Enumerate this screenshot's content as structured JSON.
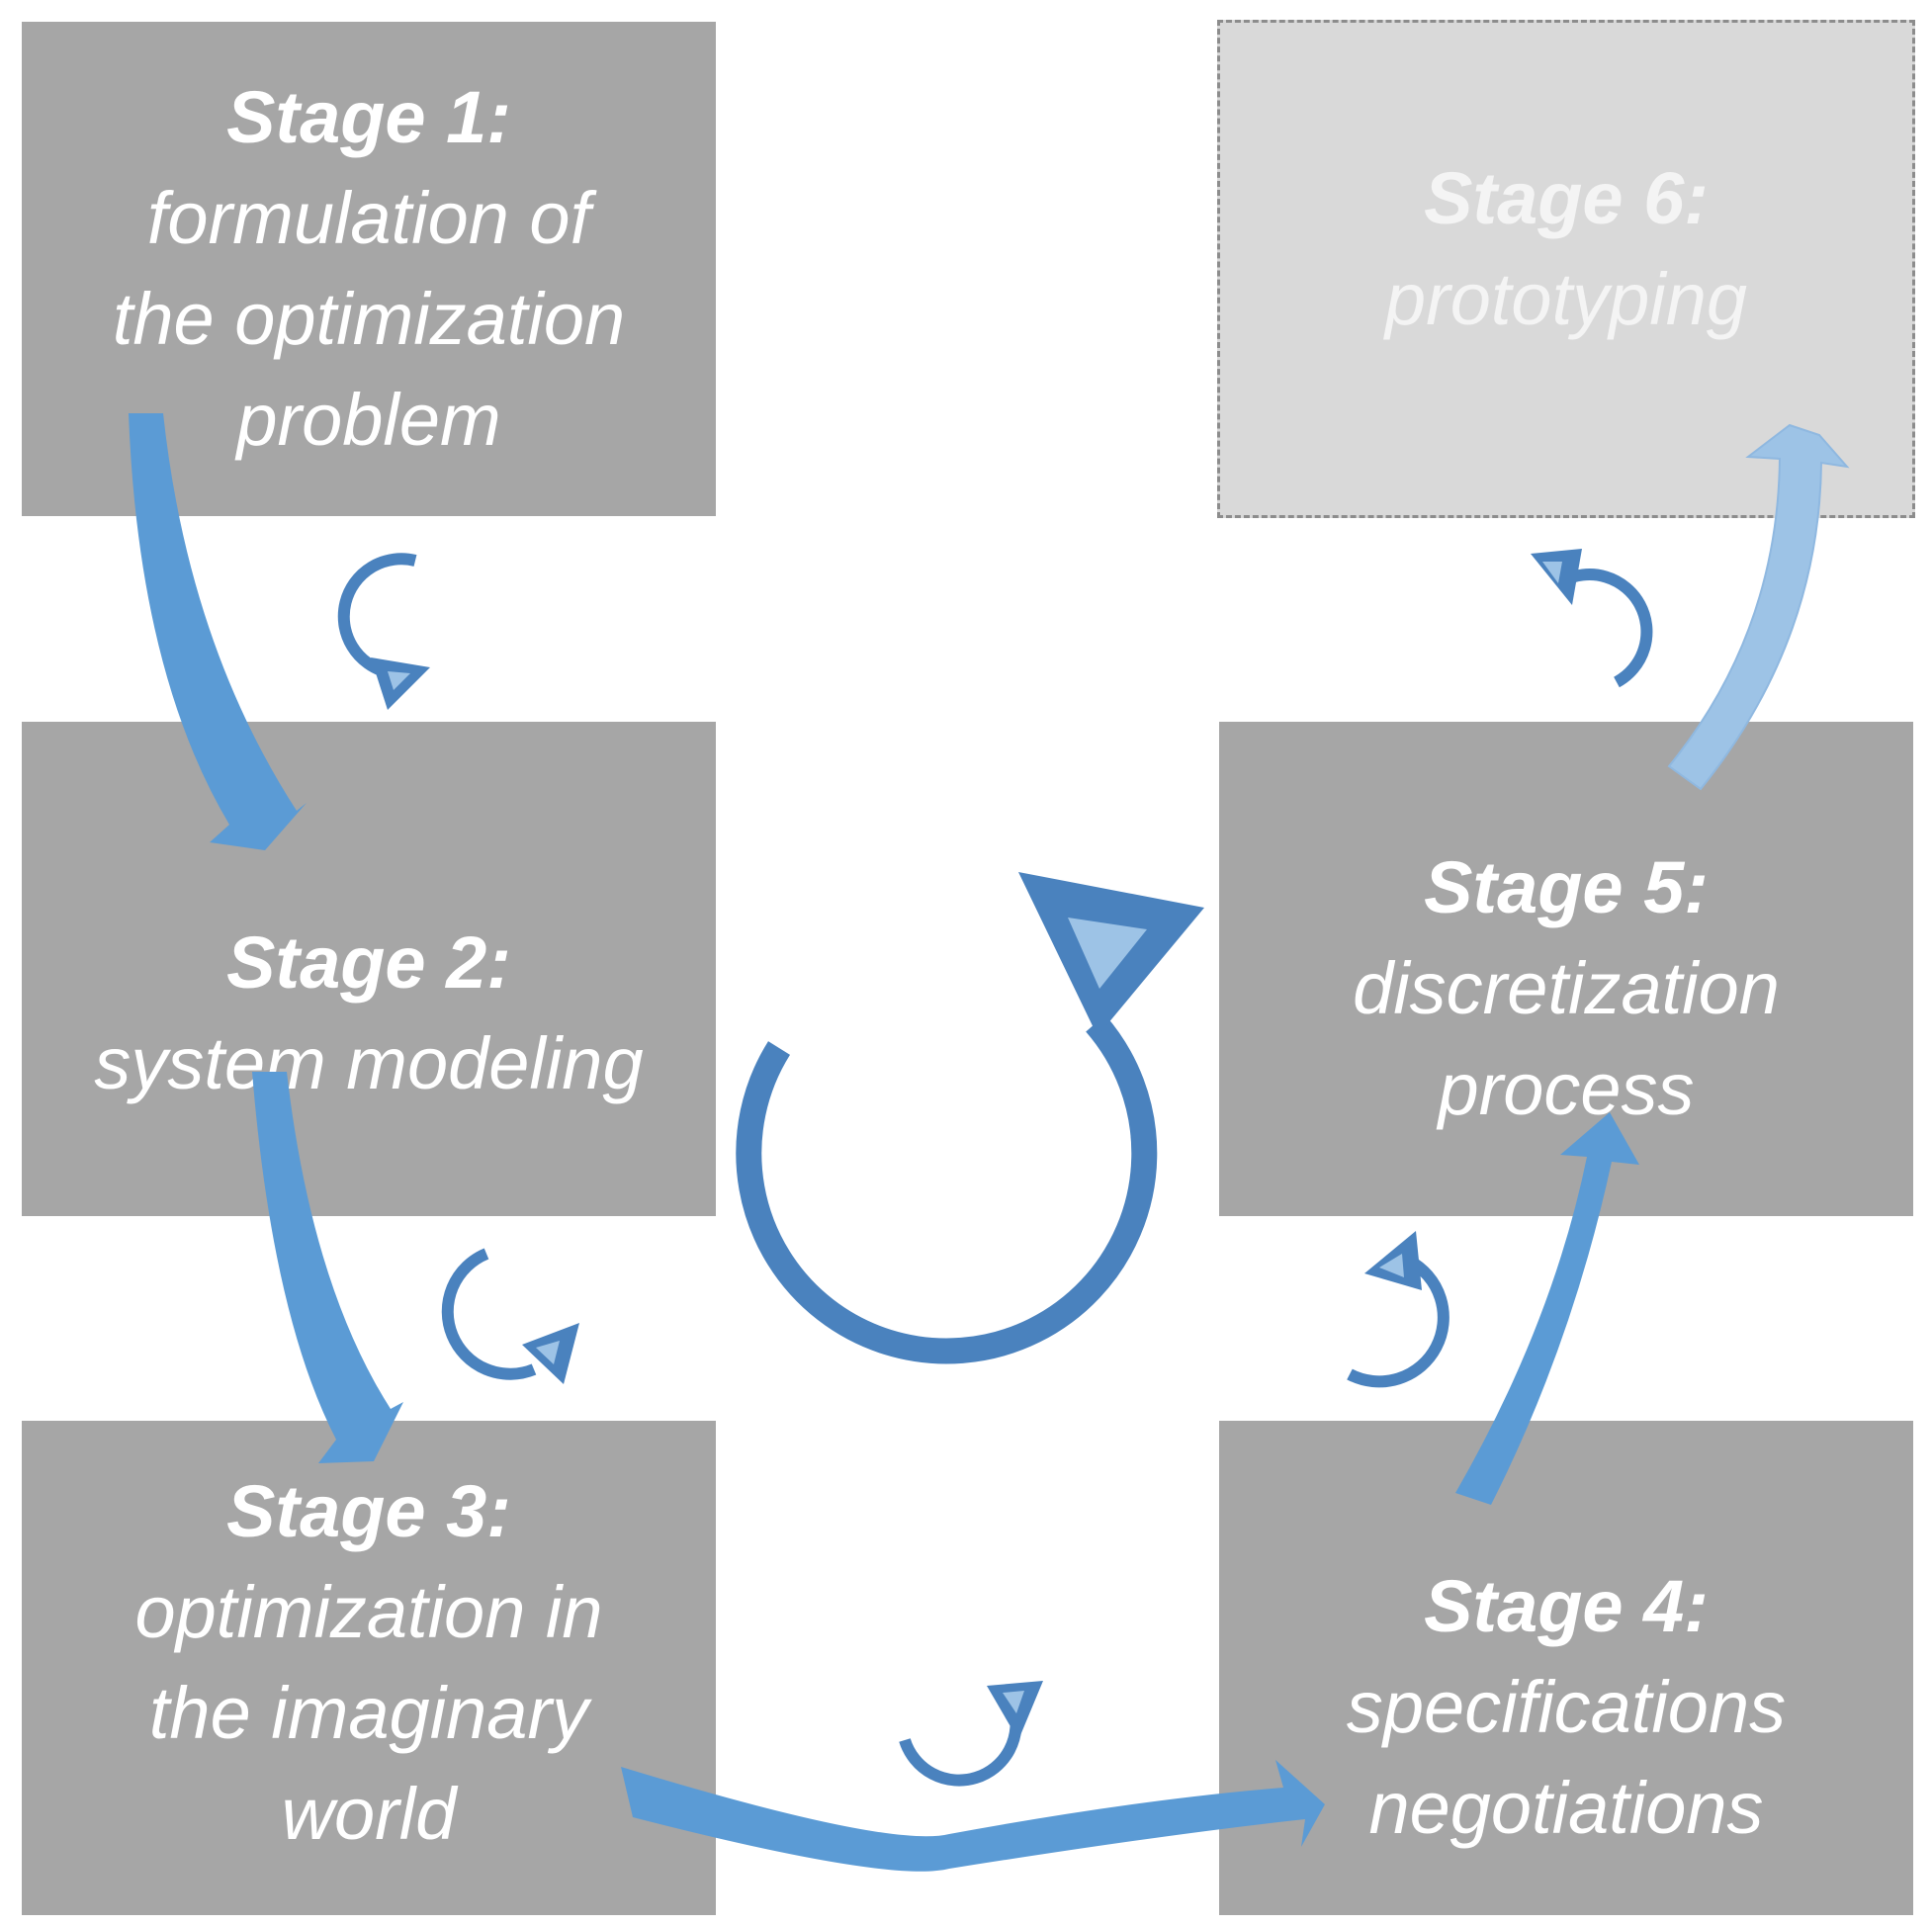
{
  "stages": [
    {
      "title": "Stage 1:",
      "description": "formulation of\nthe optimization\nproblem"
    },
    {
      "title": "Stage 2:",
      "description": "system modeling"
    },
    {
      "title": "Stage 3:",
      "description": "optimization in\nthe imaginary\nworld"
    },
    {
      "title": "Stage 4:",
      "description": "specifications\nnegotiations"
    },
    {
      "title": "Stage 5:",
      "description": "discretization\nprocess"
    },
    {
      "title": "Stage 6:",
      "description": "prototyping"
    }
  ],
  "colors": {
    "box": "#a6a6a6",
    "box_future": "#d9d9d9",
    "arrow": "#5b9bd5",
    "arrow_light": "#9dc3e6",
    "loop": "#4a82be",
    "text": "#ffffff"
  }
}
